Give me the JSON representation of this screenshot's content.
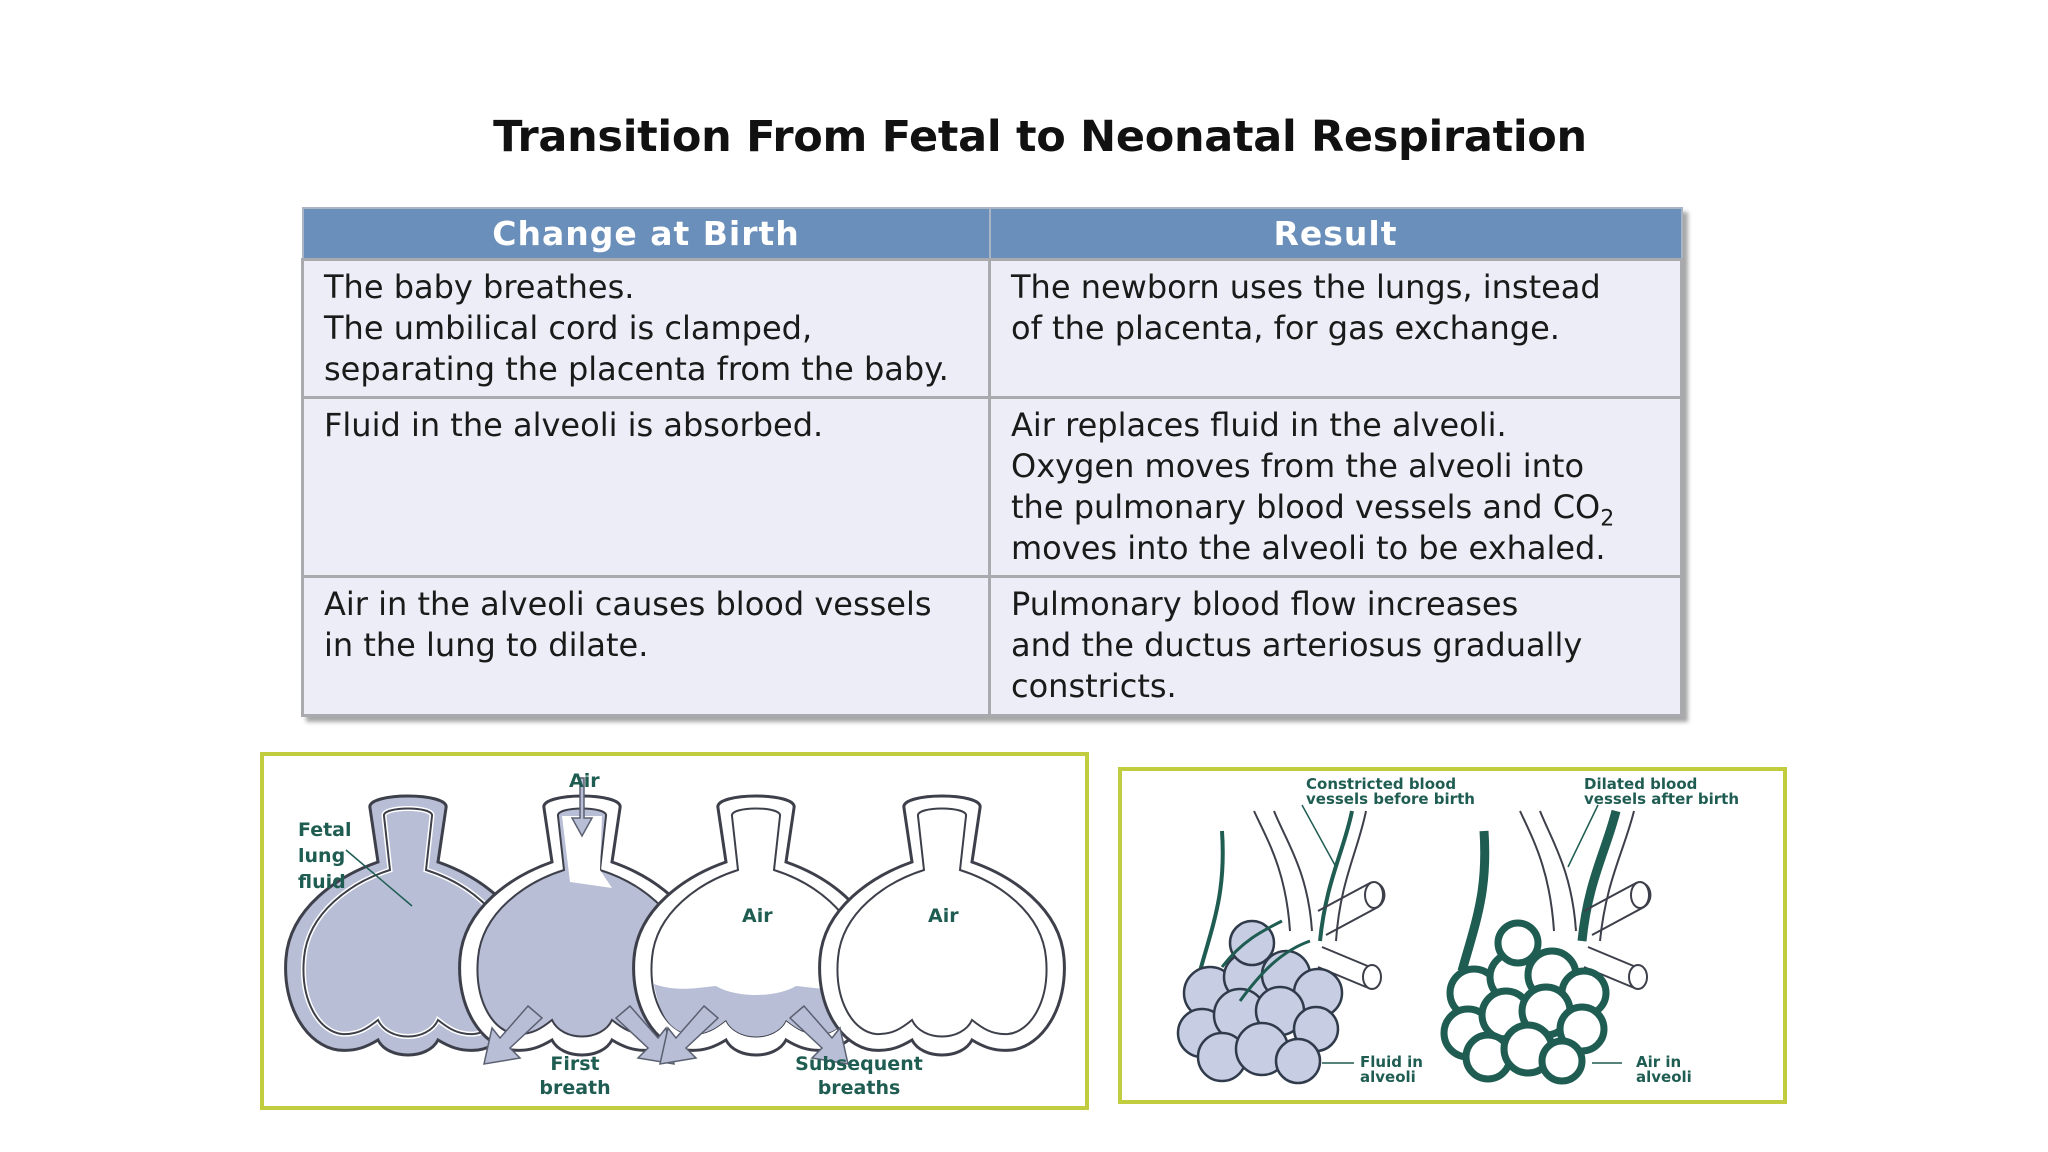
{
  "title": "Transition From Fetal to Neonatal Respiration",
  "table": {
    "headers": [
      "Change at Birth",
      "Result"
    ],
    "rows": [
      {
        "change": "The baby breathes.\nThe umbilical cord is clamped,\nseparating the placenta from the baby.",
        "result": "The newborn uses the lungs, instead\nof the placenta, for gas exchange."
      },
      {
        "change": "Fluid in the alveoli is absorbed.",
        "result_lines": [
          "Air replaces fluid in the alveoli.",
          "Oxygen moves from the alveoli into",
          "the pulmonary blood vessels and CO",
          "2",
          "moves into the alveoli to be exhaled."
        ]
      },
      {
        "change": "Air in the alveoli causes blood vessels\nin the lung to dilate.",
        "result": "Pulmonary blood flow increases\nand the ductus arteriosus gradually\nconstricts."
      }
    ]
  },
  "figure_left": {
    "fetal_label": [
      "Fetal",
      "lung",
      "fluid"
    ],
    "air_top": "Air",
    "air_inside_3": "Air",
    "air_inside_4": "Air",
    "first_breath": [
      "First",
      "breath"
    ],
    "subsequent_breaths": [
      "Subsequent",
      "breaths"
    ]
  },
  "figure_right": {
    "constricted": [
      "Constricted blood",
      "vessels before birth"
    ],
    "dilated": [
      "Dilated blood",
      "vessels after birth"
    ],
    "fluid": [
      "Fluid in",
      "alveoli"
    ],
    "air": [
      "Air in",
      "alveoli"
    ]
  },
  "colors": {
    "header_blue": "#6a8fba",
    "cell_bg": "#ecedf6",
    "panel_border": "#c1cc3e",
    "teal": "#1f5c52",
    "lung_fill": "#b7bed6"
  }
}
